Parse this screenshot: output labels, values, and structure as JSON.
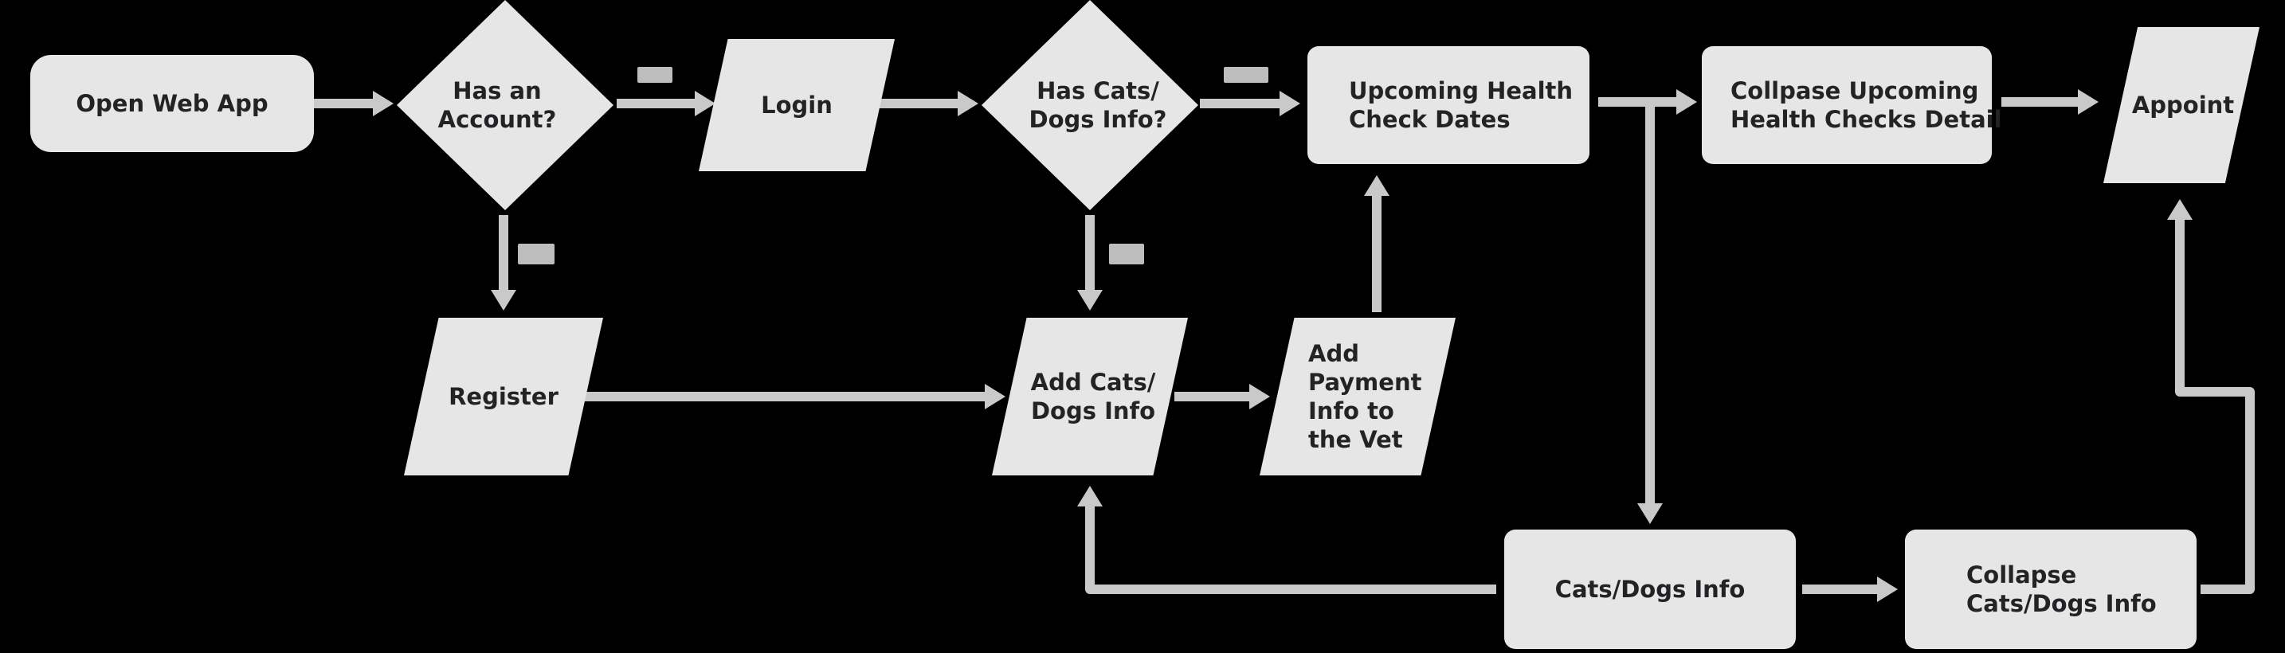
{
  "colors": {
    "background": "#000000",
    "node_fill": "#e6e6e7",
    "node_text": "#232326",
    "edge": "#c9c9ca",
    "edge_tag": "#bdbdbe"
  },
  "nodes": {
    "open_web_app": {
      "shape": "terminator",
      "lines": [
        "Open Web App"
      ]
    },
    "has_account": {
      "shape": "decision",
      "lines": [
        "Has an",
        "Account?"
      ]
    },
    "login": {
      "shape": "io",
      "lines": [
        "Login"
      ]
    },
    "has_pet_info": {
      "shape": "decision",
      "lines": [
        "Has Cats/",
        "Dogs Info?"
      ]
    },
    "upcoming_health_check": {
      "shape": "process",
      "lines": [
        "Upcoming Health",
        "Check Dates"
      ]
    },
    "collapse_upcoming": {
      "shape": "process",
      "lines": [
        "Collpase Upcoming",
        "Health Checks Detail"
      ]
    },
    "appoint": {
      "shape": "io",
      "lines": [
        "Appoint"
      ]
    },
    "register": {
      "shape": "io",
      "lines": [
        "Register"
      ]
    },
    "add_pet_info": {
      "shape": "io",
      "lines": [
        "Add Cats/",
        "Dogs Info"
      ]
    },
    "add_payment": {
      "shape": "io",
      "lines": [
        "Add",
        "Payment",
        "Info to",
        "the Vet"
      ]
    },
    "pet_info": {
      "shape": "process",
      "lines": [
        "Cats/Dogs Info"
      ]
    },
    "collapse_pet_info": {
      "shape": "process",
      "lines": [
        "Collapse",
        "Cats/Dogs Info"
      ]
    }
  },
  "edges": [
    {
      "id": "open-to-has-account",
      "from": "open_web_app",
      "to": "has_account",
      "tag": false
    },
    {
      "id": "has-account-to-login",
      "from": "has_account",
      "to": "login",
      "tag": true
    },
    {
      "id": "has-account-to-register",
      "from": "has_account",
      "to": "register",
      "tag": true
    },
    {
      "id": "login-to-has-pet-info",
      "from": "login",
      "to": "has_pet_info",
      "tag": false
    },
    {
      "id": "has-pet-info-to-upcoming",
      "from": "has_pet_info",
      "to": "upcoming_health_check",
      "tag": true
    },
    {
      "id": "has-pet-info-to-add-pet",
      "from": "has_pet_info",
      "to": "add_pet_info",
      "tag": true
    },
    {
      "id": "register-to-add-pet",
      "from": "register",
      "to": "add_pet_info",
      "tag": false
    },
    {
      "id": "add-pet-to-payment",
      "from": "add_pet_info",
      "to": "add_payment",
      "tag": false
    },
    {
      "id": "payment-to-upcoming",
      "from": "add_payment",
      "to": "upcoming_health_check",
      "tag": false
    },
    {
      "id": "upcoming-to-collapse",
      "from": "upcoming_health_check",
      "to": "collapse_upcoming",
      "tag": false
    },
    {
      "id": "upcoming-to-pet-info",
      "from": "upcoming_health_check",
      "to": "pet_info",
      "tag": false
    },
    {
      "id": "collapse-to-appoint",
      "from": "collapse_upcoming",
      "to": "appoint",
      "tag": false
    },
    {
      "id": "pet-info-to-collapse-pet",
      "from": "pet_info",
      "to": "collapse_pet_info",
      "tag": false
    },
    {
      "id": "pet-info-to-add-pet",
      "from": "pet_info",
      "to": "add_pet_info",
      "tag": false
    },
    {
      "id": "collapse-pet-to-appoint",
      "from": "collapse_pet_info",
      "to": "appoint",
      "tag": false
    }
  ]
}
